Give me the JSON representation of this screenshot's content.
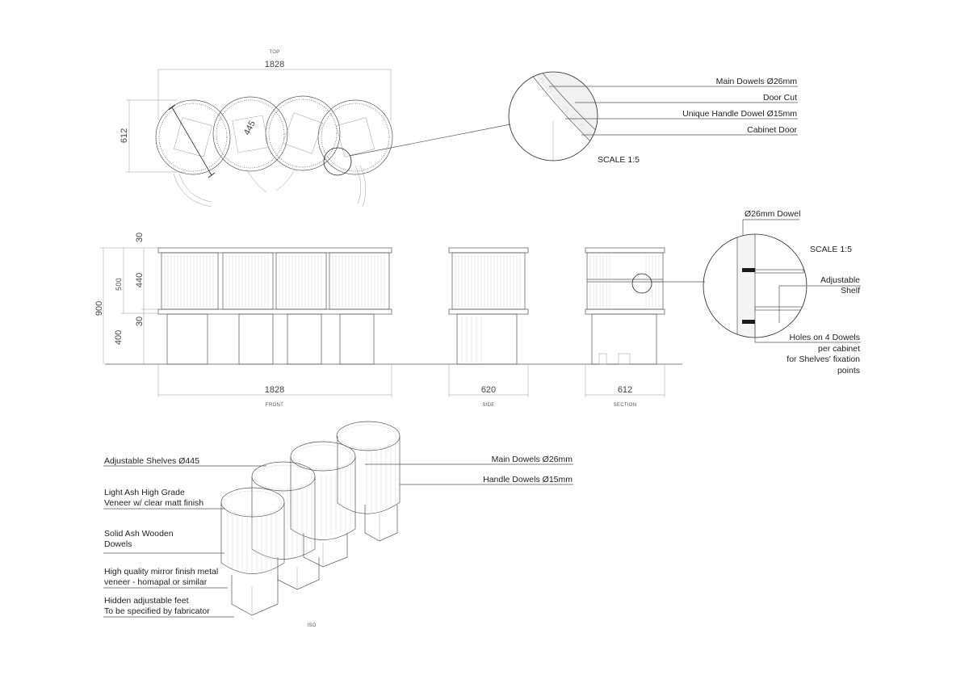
{
  "views": {
    "top": "TOP",
    "front": "FRONT",
    "side": "SIDE",
    "section": "SECTION",
    "iso": "ISO"
  },
  "dimensions": {
    "top_width": "1828",
    "top_depth": "612",
    "shelf_diameter": "445",
    "front_width": "1828",
    "side_width": "620",
    "section_width": "612",
    "total_height": "900",
    "cabinet_height": "500",
    "body_height": "440",
    "top_rim": "30",
    "bottom_rim": "30",
    "base_height": "400"
  },
  "detail_top": {
    "scale": "SCALE 1:5",
    "labels": [
      "Main Dowels Ø26mm",
      "Door Cut",
      "Unique Handle Dowel Ø15mm",
      "Cabinet Door"
    ]
  },
  "detail_section": {
    "scale": "SCALE 1:5",
    "dowel": "Ø26mm Dowel",
    "shelf": [
      "Adjustable",
      "Shelf"
    ],
    "holes": [
      "Holes on 4 Dowels",
      "per cabinet",
      "for Shelves' fixation",
      "points"
    ]
  },
  "iso_left": [
    {
      "lines": [
        "Adjustable Shelves Ø445"
      ]
    },
    {
      "lines": [
        "Light Ash High Grade",
        "Veneer w/ clear matt finish"
      ]
    },
    {
      "lines": [
        "Solid Ash Wooden",
        "Dowels"
      ]
    },
    {
      "lines": [
        "High quality mirror finish metal",
        "veneer - homapal or similar"
      ]
    },
    {
      "lines": [
        "Hidden adjustable feet",
        "To be specified by fabricator"
      ]
    }
  ],
  "iso_right": [
    "Main Dowels Ø26mm",
    "Handle Dowels Ø15mm"
  ]
}
